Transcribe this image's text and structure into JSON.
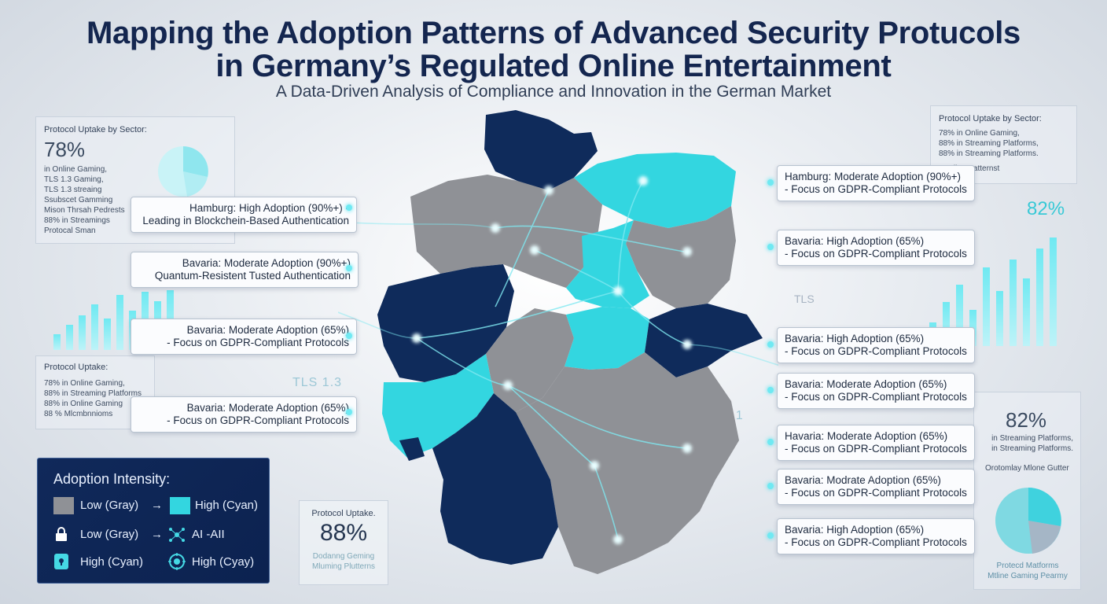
{
  "header": {
    "title_line1": "Mapping the Adoption Patterns of Advanced Security Protucols",
    "title_line2": "in Germany’s Regulated Online Entertainment",
    "subtitle": "A Data-Driven Analysis of Compliance and Innovation in the German Market"
  },
  "colors": {
    "low": "#8f9196",
    "high": "#33d6e0",
    "dark": "#0f2b5b",
    "accent": "#6fe9f2"
  },
  "left_panel_top": {
    "heading": "Protocol Uptake by Sector:",
    "value": "78%",
    "lines": [
      "in Online Gaming,",
      "TLS 1.3  Gaming,",
      "TLS 1.3 streaing",
      "Ssubscet Gamming",
      "Mison Thrsah Pedrests",
      "88% in Streamings",
      "Protocal Sman"
    ]
  },
  "left_panel_bottom": {
    "heading": "Protocol Uptake:",
    "lines": [
      "78% in Online Gaming,",
      "88% in Streaming Platforms",
      "88% in Online Gaming",
      "88 % Mlcmbnnioms"
    ]
  },
  "right_panel_top": {
    "heading": "Protocol Uptake by Sector:",
    "lines": [
      "78% in Online Gaming,",
      "88% in Streaming Platforms,",
      "88% in Streaming Platforms.",
      "Gnoline Patternst"
    ],
    "value": "82%"
  },
  "right_panel_bottom": {
    "value": "82%",
    "lines": [
      "in Streaming Platforms,",
      "in Streaming Platforms."
    ],
    "tag": "Orotomlay  Mlone Gutter",
    "footer": [
      "Protecd Matforms",
      "Mtline Gaming Pearmy"
    ]
  },
  "center_stat": {
    "heading": "Protocol Uptake.",
    "value": "88%",
    "lines": [
      "Dodanng Geming",
      "Mluming Plutterns"
    ]
  },
  "floating_labels": [
    "TLS 1.3",
    "TS 1",
    "TLS"
  ],
  "left_callouts": [
    {
      "l1": "Hamburg: High Adoption (90%+) -",
      "l2": "Leading in Blockchein-Based Authentication"
    },
    {
      "l1": "Bavaria: Moderate Adoption (90%+)",
      "l2": "Quantum-Resistent Tusted Authentication"
    },
    {
      "l1": "Bavaria: Moderate Adoption (65%)",
      "l2": "- Focus on GDPR-Compliant Protocols"
    },
    {
      "l1": "Bavaria: Moderate Adoption (65%)",
      "l2": "- Focus on GDPR-Compliant Protocols"
    }
  ],
  "right_callouts": [
    {
      "l1": "Hamburg: Moderate Adoption (90%+)",
      "l2": "- Focus on GDPR-Compliant Protocols"
    },
    {
      "l1": "Bavaria: High Adoption (65%)",
      "l2": "- Focus on GDPR-Compliant Protocols"
    },
    {
      "l1": "Bavaria: High Adoption (65%)",
      "l2": "- Focus on GDPR-Compliant Protocols"
    },
    {
      "l1": "Bavaria: Moderate Adoption (65%)",
      "l2": "- Focus on GDPR-Compliant Protocols"
    },
    {
      "l1": "Havaria: Moderate Adoption (65%)",
      "l2": "- Focus on GDPR-Compliant Protocols"
    },
    {
      "l1": "Bavaria: Modrate Adoption (65%)",
      "l2": "- Focus on GDPR-Compliant Protocols"
    },
    {
      "l1": "Bavaria: High Adoption (65%)",
      "l2": "- Focus on GDPR-Compliant Protocols"
    }
  ],
  "legend": {
    "title": "Adoption Intensity:",
    "row1_a": "Low (Gray)",
    "arrow": "→",
    "row1_b": "High (Cyan)",
    "row2_a": "Low (Gray)",
    "row2_b": "AI -AII",
    "row3_a": "High (Cyan)",
    "row3_b": "High (Cyay)"
  }
}
